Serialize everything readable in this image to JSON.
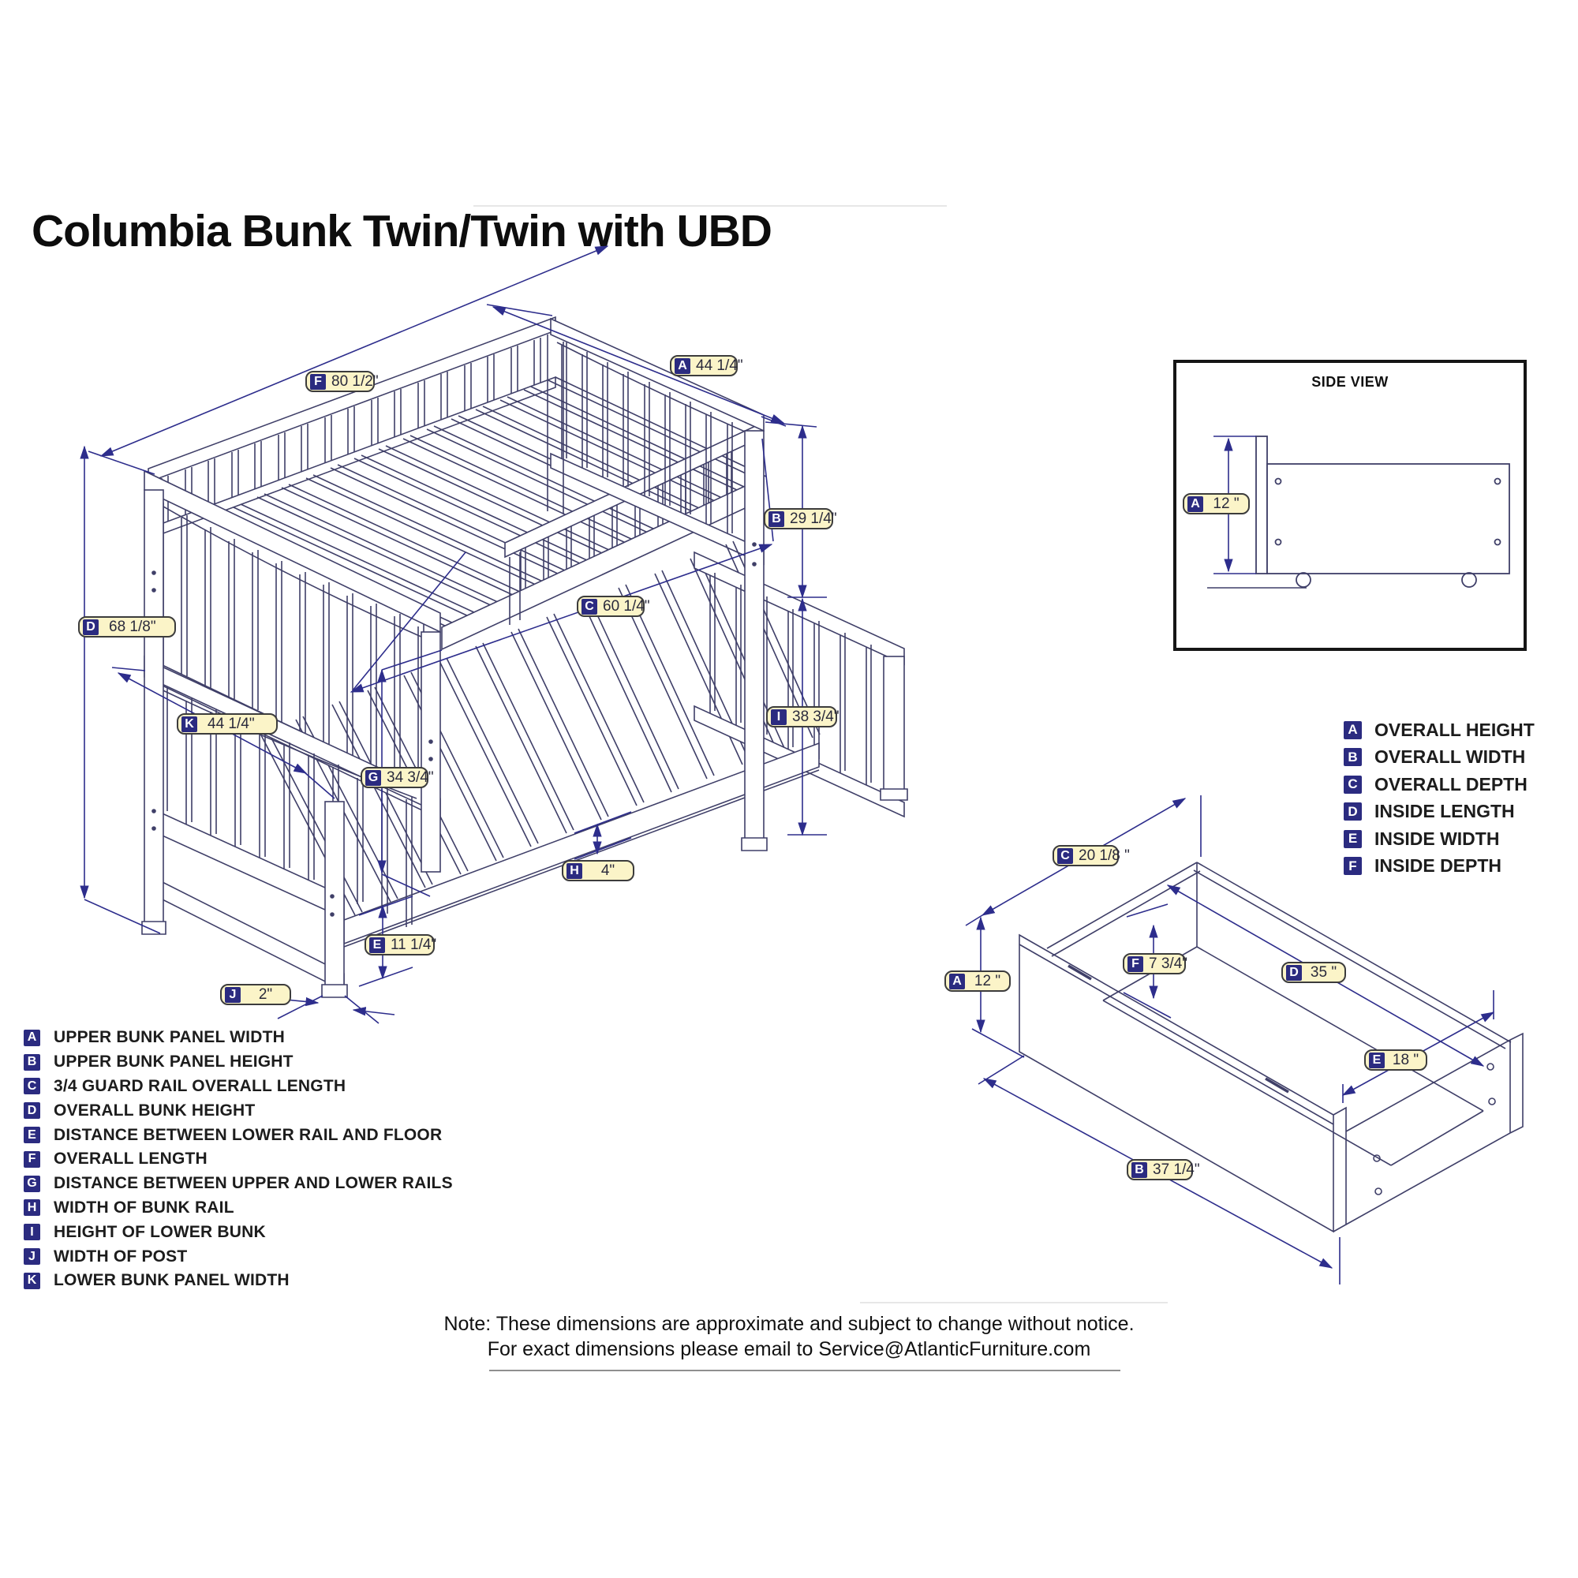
{
  "title": "Columbia Bunk Twin/Twin with UBD",
  "side_view": {
    "title": "SIDE VIEW",
    "dim": {
      "letter": "A",
      "value": "12 \""
    }
  },
  "bed": {
    "dims": [
      {
        "letter": "F",
        "value": "80 1/2\""
      },
      {
        "letter": "A",
        "value": "44 1/4\""
      },
      {
        "letter": "B",
        "value": "29 1/4\""
      },
      {
        "letter": "C",
        "value": "60 1/4\""
      },
      {
        "letter": "D",
        "value": "68 1/8\""
      },
      {
        "letter": "K",
        "value": "44 1/4\""
      },
      {
        "letter": "G",
        "value": "34 3/4\""
      },
      {
        "letter": "I",
        "value": "38 3/4\""
      },
      {
        "letter": "H",
        "value": "4\""
      },
      {
        "letter": "E",
        "value": "11 1/4\""
      },
      {
        "letter": "J",
        "value": "2\""
      }
    ]
  },
  "drawer": {
    "dims": [
      {
        "letter": "C",
        "value": "20 1/8 \""
      },
      {
        "letter": "A",
        "value": "12 \""
      },
      {
        "letter": "F",
        "value": "7 3/4\""
      },
      {
        "letter": "D",
        "value": "35 \""
      },
      {
        "letter": "E",
        "value": "18 \""
      },
      {
        "letter": "B",
        "value": "37 1/4\""
      }
    ]
  },
  "bed_legend": [
    {
      "letter": "A",
      "text": "UPPER BUNK PANEL WIDTH"
    },
    {
      "letter": "B",
      "text": "UPPER BUNK PANEL HEIGHT"
    },
    {
      "letter": "C",
      "text": "3/4 GUARD RAIL OVERALL LENGTH"
    },
    {
      "letter": "D",
      "text": "OVERALL BUNK HEIGHT"
    },
    {
      "letter": "E",
      "text": "DISTANCE BETWEEN LOWER RAIL AND FLOOR"
    },
    {
      "letter": "F",
      "text": "OVERALL LENGTH"
    },
    {
      "letter": "G",
      "text": "DISTANCE BETWEEN UPPER AND LOWER RAILS"
    },
    {
      "letter": "H",
      "text": "WIDTH OF BUNK RAIL"
    },
    {
      "letter": "I",
      "text": "HEIGHT OF LOWER BUNK"
    },
    {
      "letter": "J",
      "text": "WIDTH OF POST"
    },
    {
      "letter": "K",
      "text": "LOWER BUNK PANEL WIDTH"
    }
  ],
  "drawer_legend": [
    {
      "letter": "A",
      "text": "OVERALL HEIGHT"
    },
    {
      "letter": "B",
      "text": "OVERALL WIDTH"
    },
    {
      "letter": "C",
      "text": "OVERALL DEPTH"
    },
    {
      "letter": "D",
      "text": "INSIDE LENGTH"
    },
    {
      "letter": "E",
      "text": "INSIDE WIDTH"
    },
    {
      "letter": "F",
      "text": "INSIDE DEPTH"
    }
  ],
  "note": {
    "line1": "Note:  These dimensions are approximate and subject to change without notice.",
    "line2": "For exact dimensions please email to Service@AtlanticFurniture.com"
  }
}
